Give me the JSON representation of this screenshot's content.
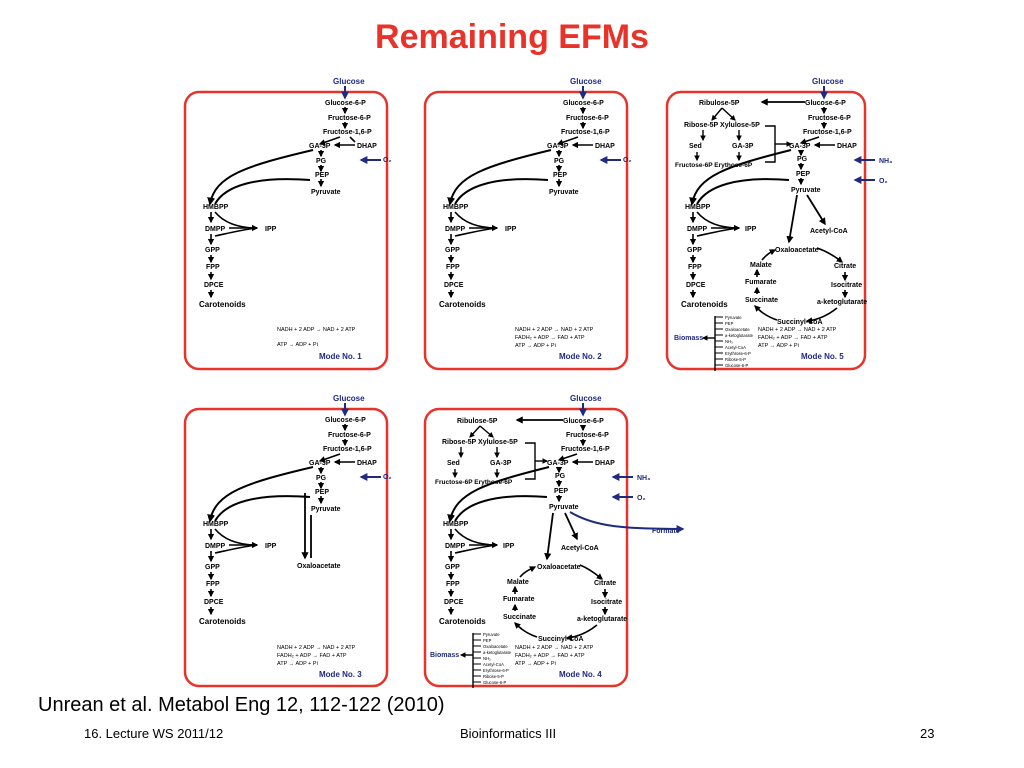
{
  "slide": {
    "title": "Remaining EFMs",
    "citation": "Unrean et al. Metabol Eng 12, 112-122 (2010)",
    "footer_left": "16. Lecture WS 2011/12",
    "footer_center": "Bioinformatics III",
    "footer_right": "23"
  },
  "colors": {
    "title": "#e8332a",
    "panel_border": "#e8332a",
    "arrow_blue": "#1f2a80",
    "mode_label": "#1f2a80"
  },
  "labels": {
    "glucose": "Glucose",
    "g6p": "Glucose-6-P",
    "f6p": "Fructose-6-P",
    "f16p": "Fructose-1,6-P",
    "ga3p": "GA-3P",
    "dhap": "DHAP",
    "pg": "PG",
    "pep": "PEP",
    "pyruvate": "Pyruvate",
    "hmbpp": "HMBPP",
    "dmpp": "DMPP",
    "ipp": "IPP",
    "gpp": "GPP",
    "fpp": "FPP",
    "dpce": "DPCE",
    "carotenoids": "Carotenoids",
    "o2": "O₂",
    "nh3": "NH₃",
    "ribulose5p": "Ribulose-5P",
    "ribose5p_xylulose5p": "Ribose-5P Xylulose-5P",
    "sed": "Sed",
    "fructose6p_erythrose6p": "Fructose-6P Erythose-6P",
    "acetylcoa": "Acetyl-CoA",
    "oxaloacetate": "Oxaloacetate",
    "malate": "Malate",
    "citrate": "Citrate",
    "fumarate": "Fumarate",
    "isocitrate": "Isocitrate",
    "succinate": "Succinate",
    "aketoglutarate": "a-ketoglutarate",
    "succinylcoa": "Succinyl-CoA",
    "biomass": "Biomass",
    "formate": "Formate",
    "energy1": "NADH + 2 ADP → NAD + 2 ATP",
    "energy2": "FADH₂ + ADP → FAD + ATP",
    "energy3": "ATP → ADP + Pi",
    "biomass_items": [
      "Pyruvate",
      "PEP",
      "Oxaloacetate",
      "a-ketoglutarate",
      "NH₃",
      "Acetyl-CoA",
      "Erythrose-6-P",
      "Ribose-5-P",
      "Glucose-6-P"
    ]
  },
  "panels": {
    "p1": {
      "mode": "Mode No. 1"
    },
    "p2": {
      "mode": "Mode No. 2"
    },
    "p5": {
      "mode": "Mode No. 5"
    },
    "p3": {
      "mode": "Mode No. 3"
    },
    "p4": {
      "mode": "Mode No. 4"
    }
  }
}
